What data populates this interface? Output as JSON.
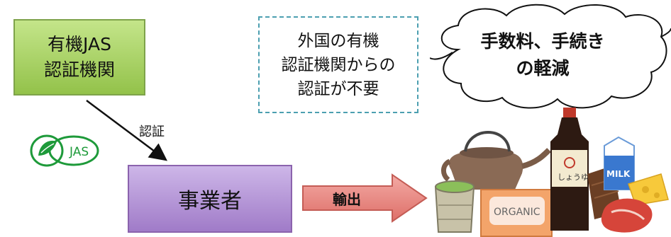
{
  "certifier": {
    "line1": "有機JAS",
    "line2": "認証機関"
  },
  "certify_label": "認証",
  "jas_mark": {
    "text": "JAS"
  },
  "business": {
    "label": "事業者"
  },
  "export_arrow": {
    "label": "輸出"
  },
  "note": {
    "line1": "外国の有機",
    "line2": "認証機関からの",
    "line3": "認証が不要"
  },
  "benefit_cloud": {
    "line1": "手数料、手続き",
    "line2": "の軽減"
  },
  "products": {
    "organic_label": "ORGANIC",
    "milk_label": "MILK",
    "soy_sauce_label": "しょうゆ"
  },
  "colors": {
    "certifier_fill": "#a9d36a",
    "business_fill": "#b79ad9",
    "arrow_fill": "#e8837c",
    "note_border": "#4c9fb0",
    "jas_green": "#1e9a3a"
  }
}
